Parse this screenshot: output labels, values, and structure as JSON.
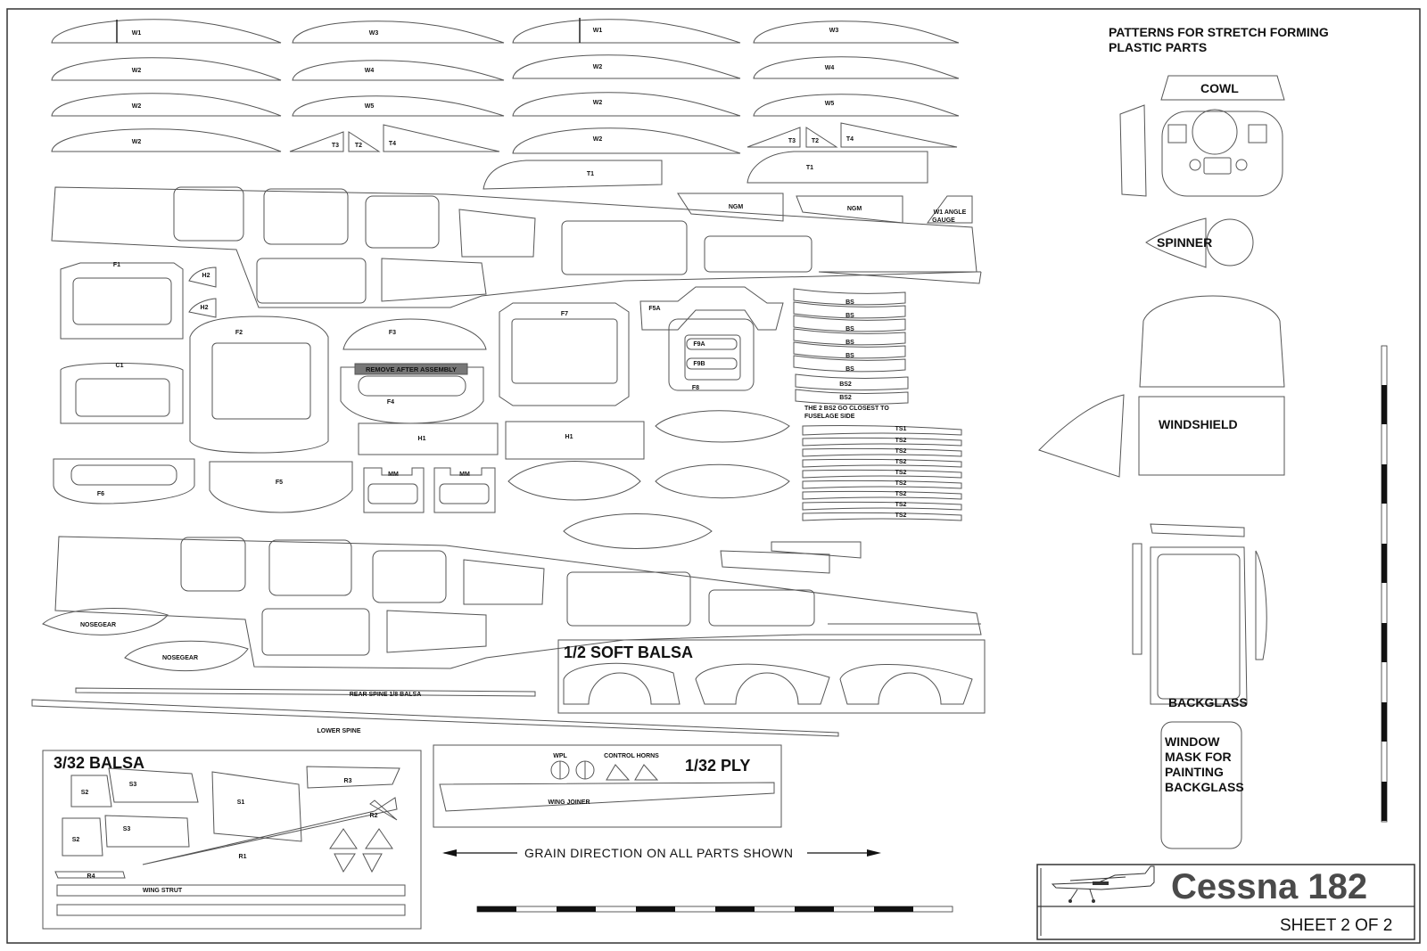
{
  "labels": {
    "w1": "W1",
    "w2": "W2",
    "w3": "W3",
    "w4": "W4",
    "w5": "W5",
    "t1": "T1",
    "t2": "T2",
    "t3": "T3",
    "t4": "T4",
    "ngm": "NGM",
    "w1_angle_gauge_1": "W1 ANGLE",
    "w1_angle_gauge_2": "GAUGE",
    "f1": "F1",
    "f2": "F2",
    "f3": "F3",
    "f4": "F4",
    "f5": "F5",
    "f5a": "F5A",
    "f6": "F6",
    "f7": "F7",
    "f8": "F8",
    "f9a": "F9A",
    "f9b": "F9B",
    "c1": "C1",
    "h1": "H1",
    "h2": "H2",
    "mm": "MM",
    "remove_after_assembly": "REMOVE AFTER ASSEMBLY",
    "bs": "BS",
    "bs2": "BS2",
    "bs2_note_1": "THE 2 BS2 GO CLOSEST TO",
    "bs2_note_2": "FUSELAGE SIDE",
    "ts1": "TS1",
    "ts2": "TS2",
    "nosegear": "NOSEGEAR",
    "rear_spine": "REAR SPINE 1/8 BALSA",
    "lower_spine": "LOWER SPINE",
    "soft_balsa": "1/2 SOFT BALSA",
    "balsa_332": "3/32 BALSA",
    "ply_132": "1/32 PLY",
    "wpl": "WPL",
    "control_horns": "CONTROL HORNS",
    "wing_joiner": "WING JOINER",
    "s1": "S1",
    "s2": "S2",
    "s3": "S3",
    "r1": "R1",
    "r2": "R2",
    "r3": "R3",
    "r4": "R4",
    "wing_strut": "WING STRUT",
    "grain": "GRAIN DIRECTION ON ALL PARTS SHOWN"
  },
  "plastic": {
    "heading_1": "PATTERNS FOR STRETCH FORMING",
    "heading_2": "PLASTIC PARTS",
    "cowl": "COWL",
    "spinner": "SPINNER",
    "windshield": "WINDSHIELD",
    "backglass": "BACKGLASS",
    "mask_1": "WINDOW",
    "mask_2": "MASK FOR",
    "mask_3": "PAINTING",
    "mask_4": "BACKGLASS"
  },
  "title_block": {
    "title": "Cessna 182",
    "sheet": "SHEET 2 OF 2"
  },
  "colors": {
    "outline": "#555555",
    "title": "#4a4a4a",
    "scale_dark": "#111111"
  }
}
